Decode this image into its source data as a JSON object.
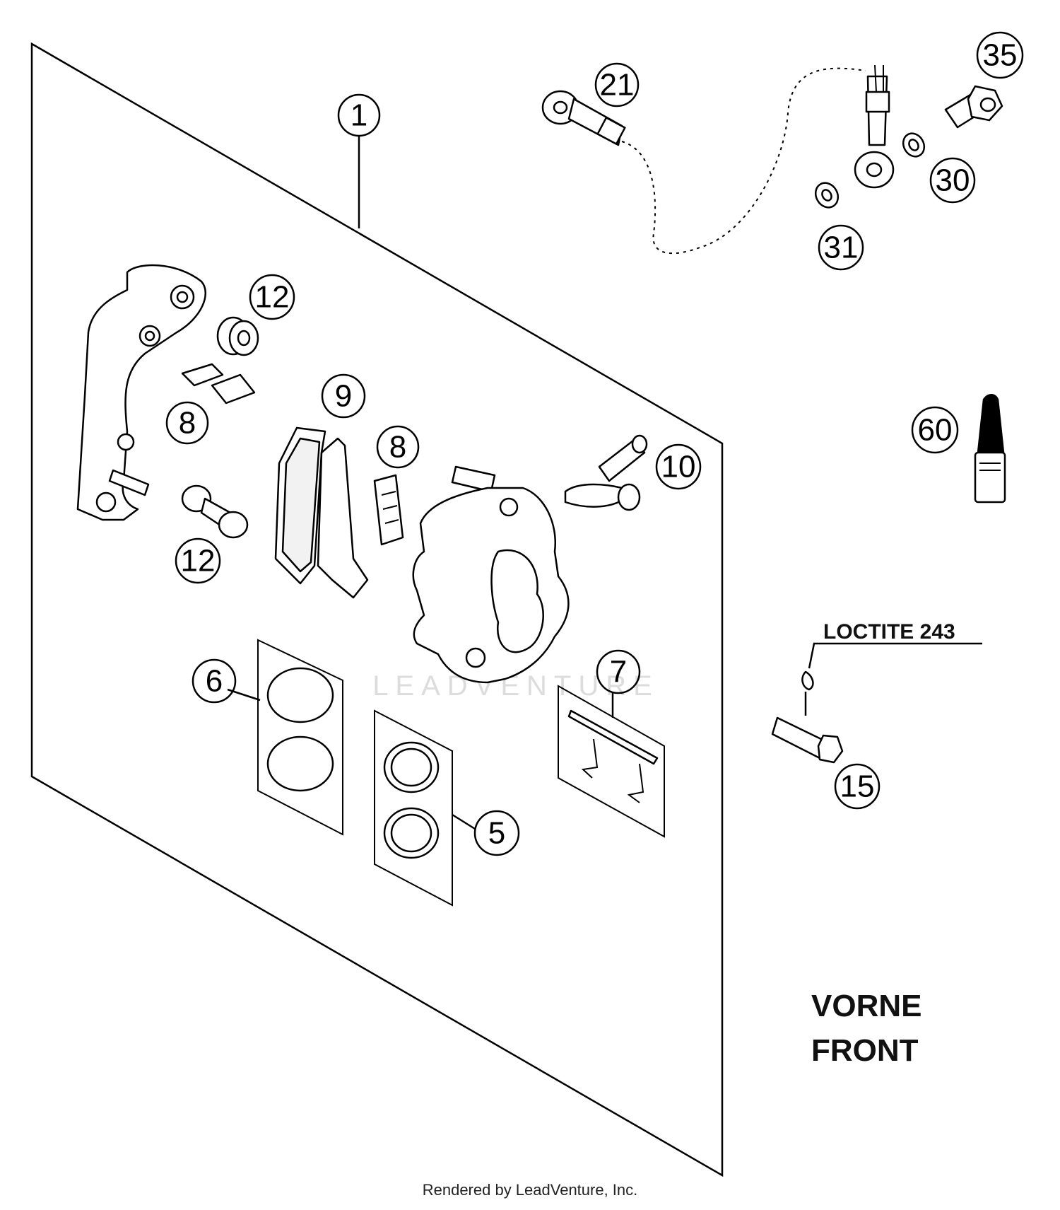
{
  "diagram": {
    "callouts": [
      {
        "id": "c1",
        "label": "1"
      },
      {
        "id": "c21",
        "label": "21"
      },
      {
        "id": "c35",
        "label": "35"
      },
      {
        "id": "c30",
        "label": "30"
      },
      {
        "id": "c31",
        "label": "31"
      },
      {
        "id": "c12a",
        "label": "12"
      },
      {
        "id": "c12b",
        "label": "12"
      },
      {
        "id": "c8a",
        "label": "8"
      },
      {
        "id": "c8b",
        "label": "8"
      },
      {
        "id": "c9",
        "label": "9"
      },
      {
        "id": "c10",
        "label": "10"
      },
      {
        "id": "c60",
        "label": "60"
      },
      {
        "id": "c6",
        "label": "6"
      },
      {
        "id": "c7",
        "label": "7"
      },
      {
        "id": "c5",
        "label": "5"
      },
      {
        "id": "c15",
        "label": "15"
      }
    ],
    "loctite_note": "LOCTITE 243",
    "position_label_de": "VORNE",
    "position_label_en": "FRONT",
    "watermark": "LEADVENTURE",
    "footer_credit": "Rendered by LeadVenture, Inc."
  }
}
